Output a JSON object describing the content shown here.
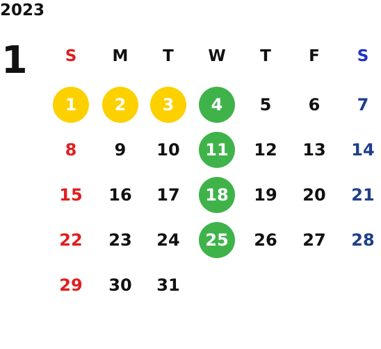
{
  "year": "2023",
  "month": "1",
  "weekdays": [
    {
      "label": "S",
      "color": "#e01e1e"
    },
    {
      "label": "M",
      "color": "#111111"
    },
    {
      "label": "T",
      "color": "#111111"
    },
    {
      "label": "W",
      "color": "#111111"
    },
    {
      "label": "T",
      "color": "#111111"
    },
    {
      "label": "F",
      "color": "#111111"
    },
    {
      "label": "S",
      "color": "#1f32c4"
    }
  ],
  "colors": {
    "sunday": "#e01e1e",
    "saturday": "#1f3f8a",
    "weekday": "#111111",
    "highlight_yellow": "#fdd000",
    "highlight_green": "#3fb34a",
    "highlight_text": "#ffffff"
  },
  "weeks": [
    [
      {
        "day": "1",
        "highlight": "yellow"
      },
      {
        "day": "2",
        "highlight": "yellow"
      },
      {
        "day": "3",
        "highlight": "yellow"
      },
      {
        "day": "4",
        "highlight": "green"
      },
      {
        "day": "5"
      },
      {
        "day": "6"
      },
      {
        "day": "7"
      }
    ],
    [
      {
        "day": "8"
      },
      {
        "day": "9"
      },
      {
        "day": "10"
      },
      {
        "day": "11",
        "highlight": "green"
      },
      {
        "day": "12"
      },
      {
        "day": "13"
      },
      {
        "day": "14"
      }
    ],
    [
      {
        "day": "15"
      },
      {
        "day": "16"
      },
      {
        "day": "17"
      },
      {
        "day": "18",
        "highlight": "green"
      },
      {
        "day": "19"
      },
      {
        "day": "20"
      },
      {
        "day": "21"
      }
    ],
    [
      {
        "day": "22"
      },
      {
        "day": "23"
      },
      {
        "day": "24"
      },
      {
        "day": "25",
        "highlight": "green"
      },
      {
        "day": "26"
      },
      {
        "day": "27"
      },
      {
        "day": "28"
      }
    ],
    [
      {
        "day": "29"
      },
      {
        "day": "30"
      },
      {
        "day": "31"
      },
      null,
      null,
      null,
      null
    ]
  ]
}
